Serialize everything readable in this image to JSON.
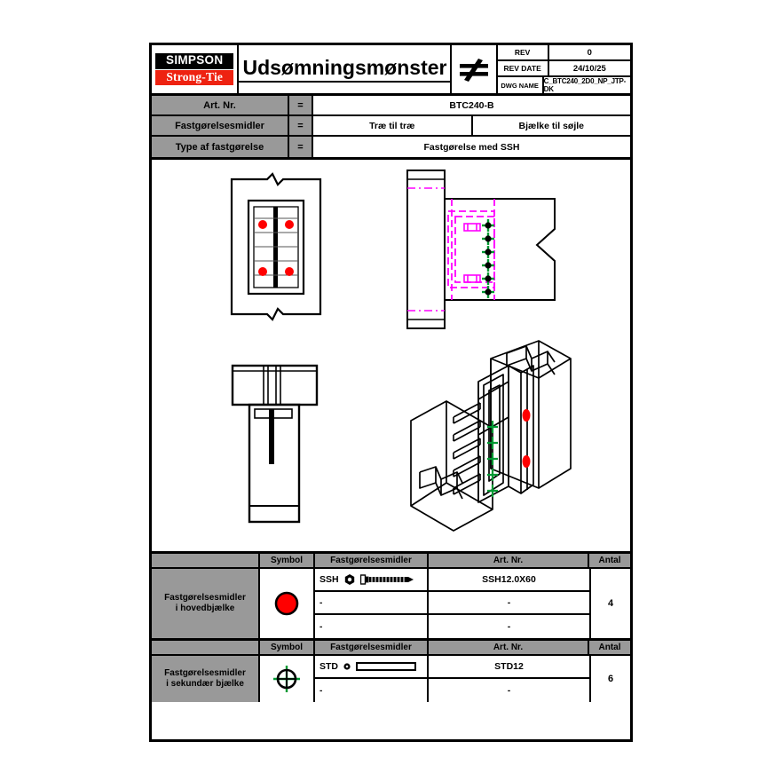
{
  "brand": {
    "line1": "SIMPSON",
    "line2": "Strong-Tie",
    "black": "#000000",
    "red": "#ee2211"
  },
  "titleblock": {
    "drawing_title": "Udsømningsmønster",
    "projection_symbol": "not-equal-symbol",
    "rev_label": "REV",
    "rev_value": "0",
    "rev_date_label": "REV DATE",
    "rev_date_value": "24/10/25",
    "dwg_name_label": "DWG NAME",
    "dwg_name_value": "C_BTC240_2D0_NP_JTP-DK"
  },
  "specs": [
    {
      "label": "Art. Nr.",
      "eq": "=",
      "values": [
        "BTC240-B"
      ]
    },
    {
      "label": "Fastgørelsesmidler",
      "eq": "=",
      "values": [
        "Træ til træ",
        "Bjælke til søjle"
      ]
    },
    {
      "label": "Type af fastgørelse",
      "eq": "=",
      "values": [
        "Fastgørelse med SSH"
      ]
    }
  ],
  "drawings": {
    "front_view": "front-elevation-with-4-ssh-fasteners",
    "side_view": "side-section-with-6-std-dowels",
    "plan_view": "plan-view-t-section",
    "iso_view": "isometric-assembly-beam-to-column",
    "colors": {
      "ssh_marker": "#ff0000",
      "std_marker": "#009933",
      "hidden_line": "#ff00ff",
      "outline": "#000000"
    }
  },
  "fastener_tables": [
    {
      "row_title": "Fastgørelsesmidler\ni hovedbjælke",
      "row_title_l1": "Fastgørelsesmidler",
      "row_title_l2": "i hovedbjælke",
      "symbol": "red-filled-circle",
      "headers": {
        "symbol": "Symbol",
        "fastener": "Fastgørelsesmidler",
        "art": "Art. Nr.",
        "qty": "Antal"
      },
      "lines": [
        {
          "fastener": "SSH",
          "icon": "hex-head-screw-icon",
          "art": "SSH12.0X60"
        },
        {
          "fastener": "-",
          "icon": "",
          "art": "-"
        },
        {
          "fastener": "-",
          "icon": "",
          "art": "-"
        }
      ],
      "qty": "4"
    },
    {
      "row_title": "Fastgørelsesmidler\ni sekundær bjælke",
      "row_title_l1": "Fastgørelsesmidler",
      "row_title_l2": "i sekundær bjælke",
      "symbol": "green-crosshair-circle",
      "headers": {
        "symbol": "Symbol",
        "fastener": "Fastgørelsesmidler",
        "art": "Art. Nr.",
        "qty": "Antal"
      },
      "lines": [
        {
          "fastener": "STD",
          "icon": "dowel-pin-icon",
          "art": "STD12"
        },
        {
          "fastener": "-",
          "icon": "",
          "art": "-"
        }
      ],
      "qty": "6"
    }
  ]
}
